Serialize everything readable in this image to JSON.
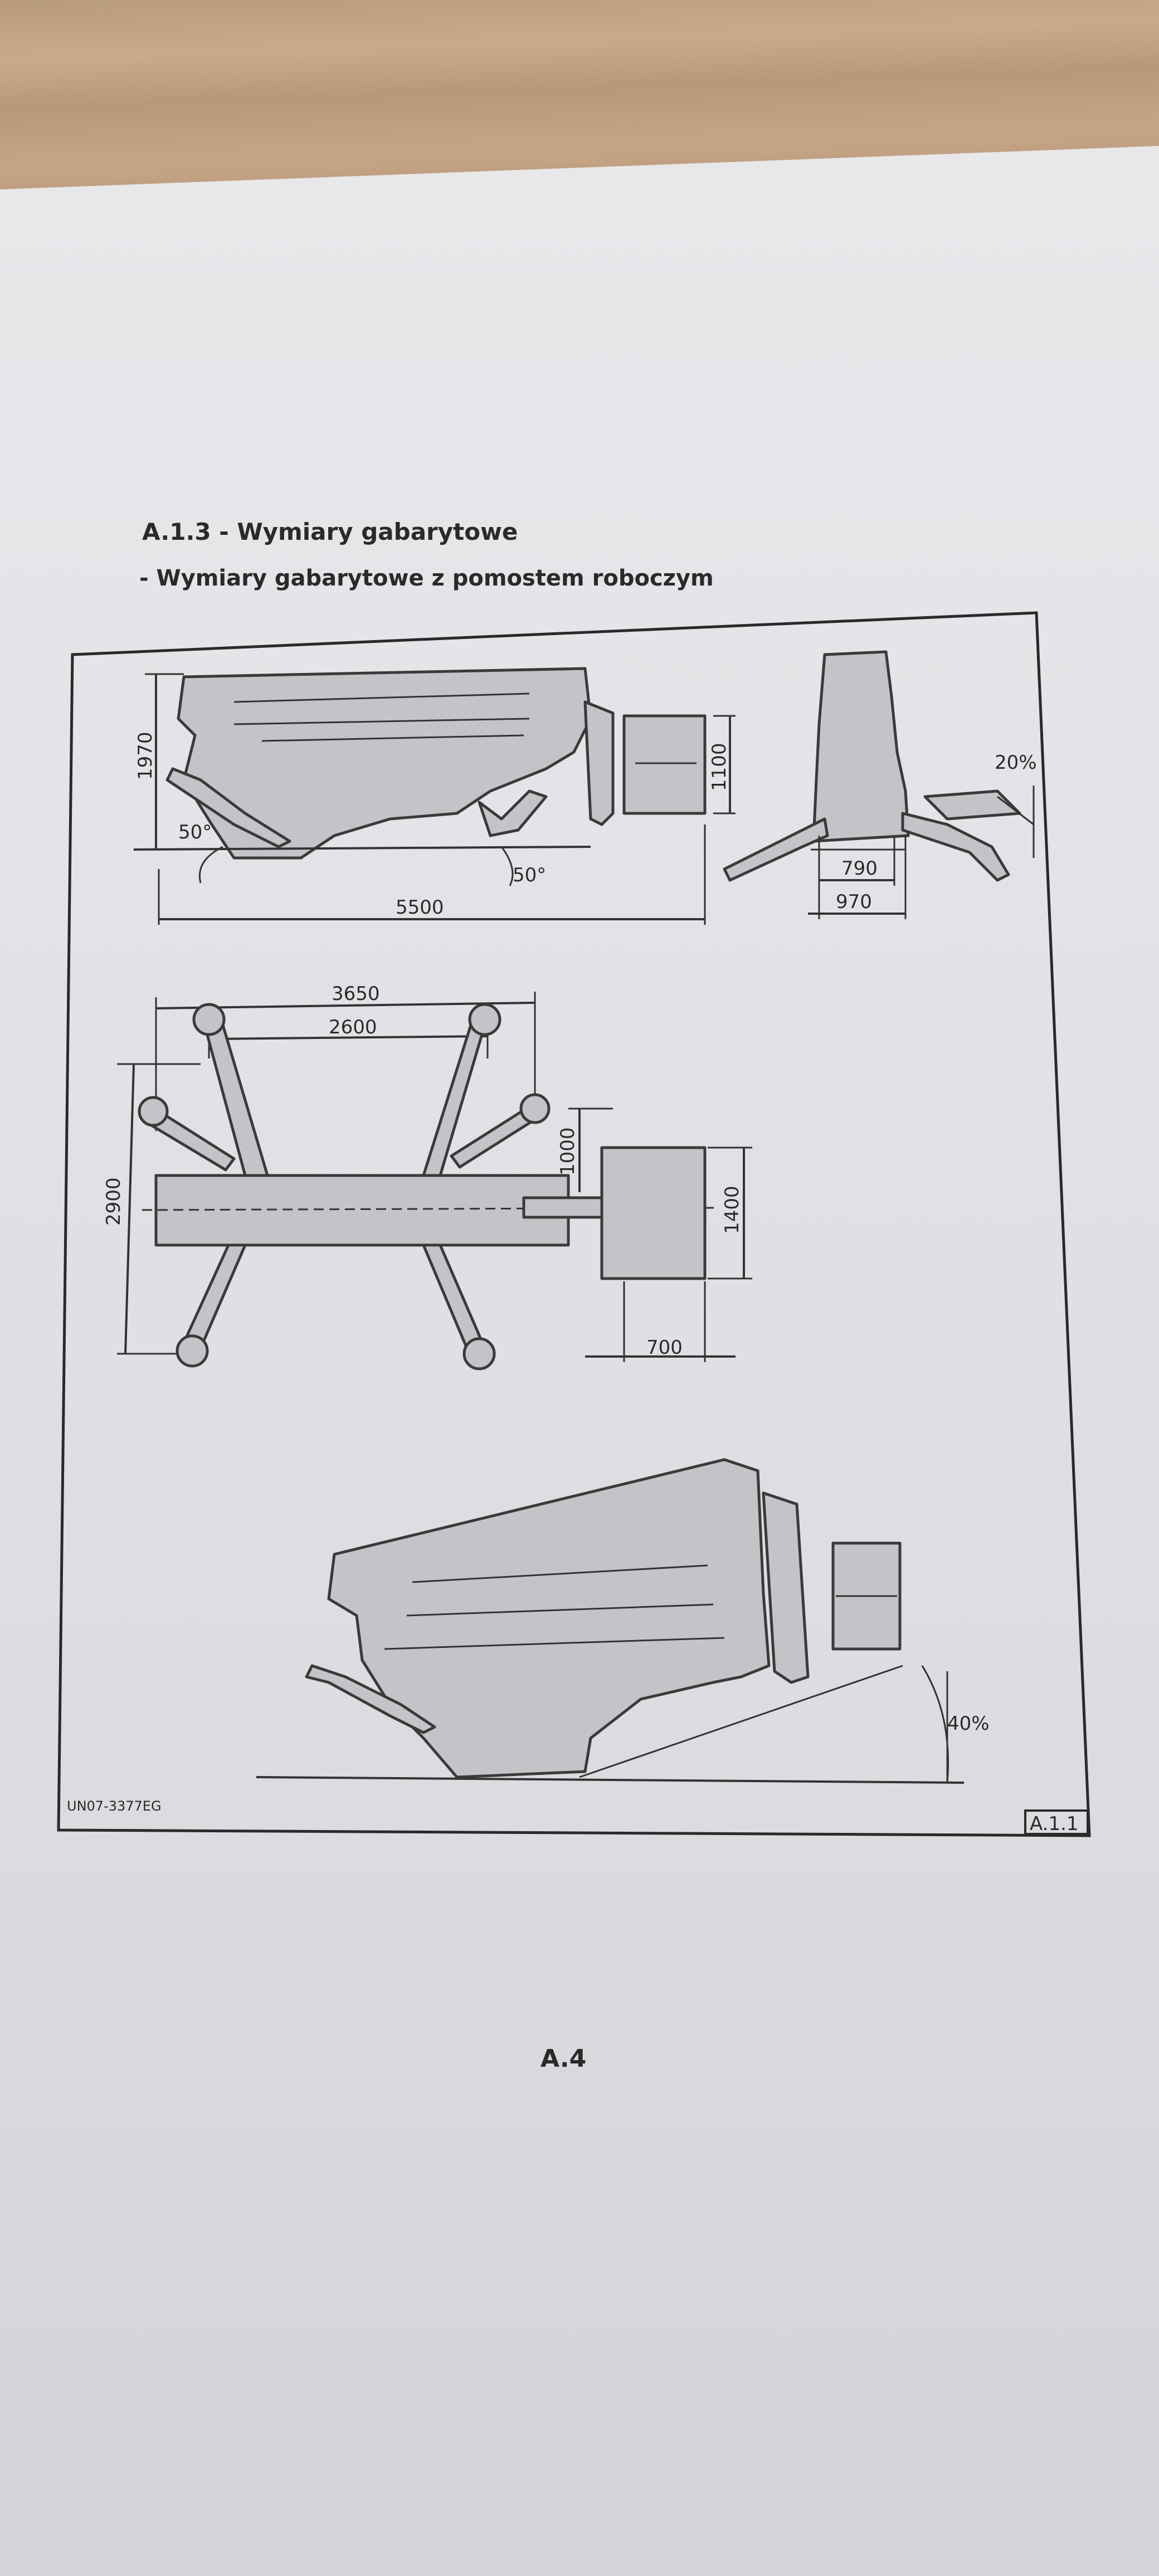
{
  "section": {
    "title": "A.1.3  -  Wymiary gabarytowe",
    "subtitle": "-  Wymiary gabarytowe z pomostem roboczym"
  },
  "drawing": {
    "code": "UN07-3377EG",
    "figure_ref": "A.1.1",
    "side_view": {
      "height": "1970",
      "basket_height": "1100",
      "length": "5500",
      "angle_left": "50°",
      "angle_right": "50°"
    },
    "end_view": {
      "slope": "20%",
      "width_inner": "790",
      "width_outer": "970"
    },
    "top_view": {
      "outrigger_span_outer": "3650",
      "outrigger_span_inner": "2600",
      "total_width": "2900",
      "basket_offset": "1000",
      "basket_width": "1400",
      "basket_depth": "700"
    },
    "slope_view": {
      "slope": "40%"
    }
  },
  "page": {
    "number": "A.4"
  }
}
